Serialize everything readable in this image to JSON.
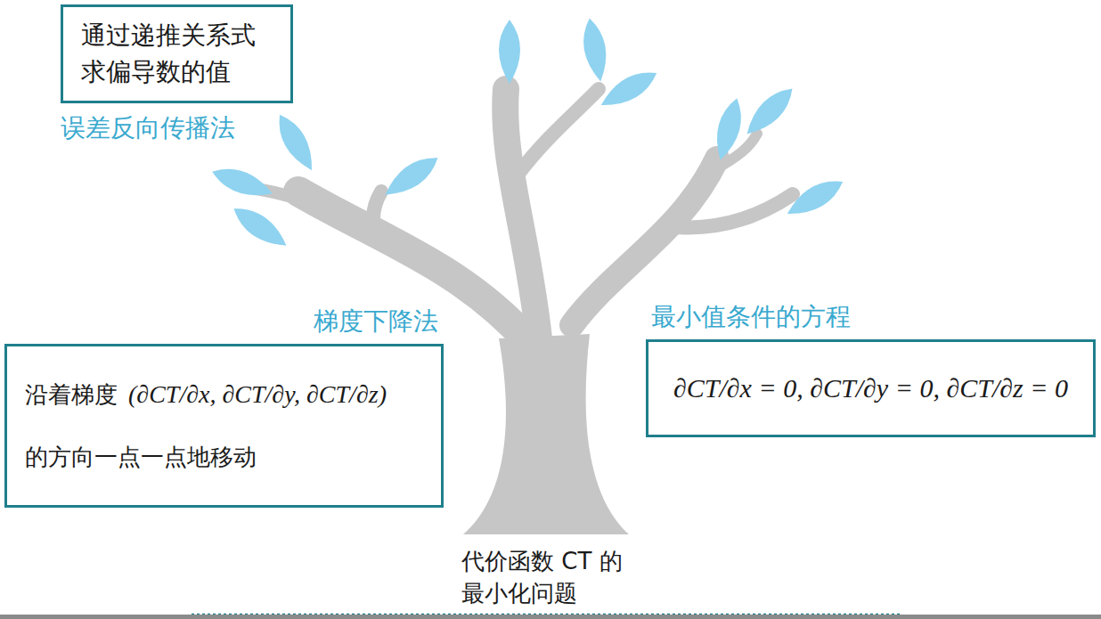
{
  "diagram": {
    "nodes": [
      {
        "text": [
          "通过递推关系式 求偏导数的值",
          "误差反向传播法"
        ]
      },
      {
        "text": [
          "梯度下降法",
          "沿着梯度",
          "(∂CT/∂x, ∂CT/∂y, ∂CT/∂z)",
          "的方向一点一点地移动"
        ]
      },
      {
        "text": [
          "最小值条件的方程",
          "∂CT/∂x = 0, ∂CT/∂y = 0, ∂CT/∂z = 0"
        ]
      }
    ],
    "labels": [
      "代价函数 CT 的 最小化问题"
    ]
  }
}
